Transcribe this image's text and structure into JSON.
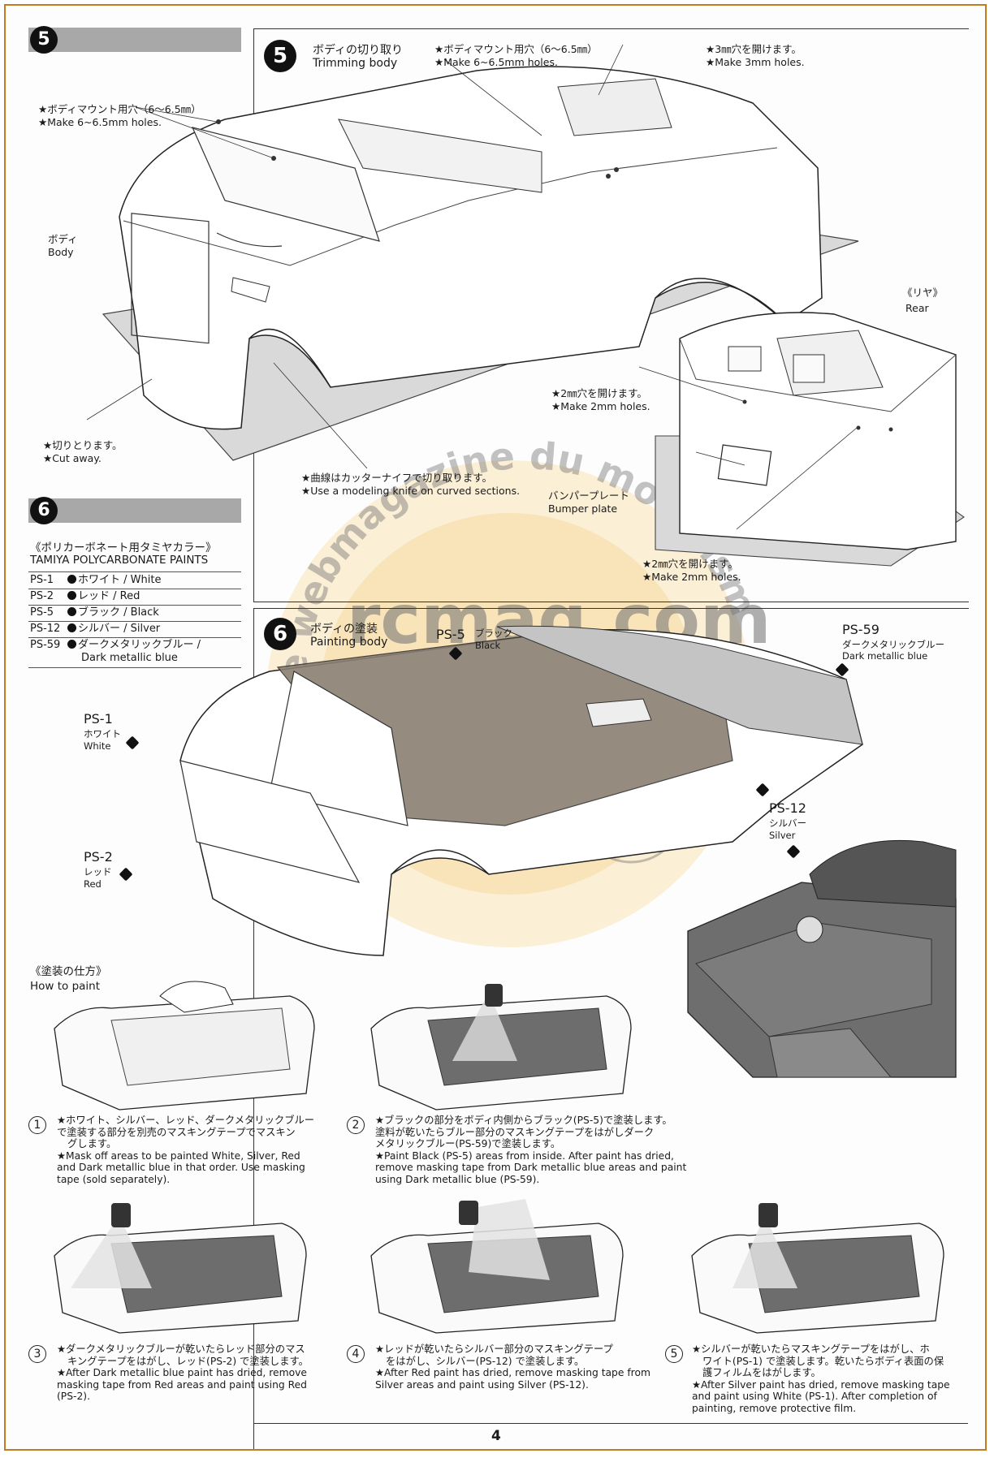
{
  "sections": {
    "s5_header_num": "5",
    "s6_header_num": "6"
  },
  "step5": {
    "num": "5",
    "title_jp": "ボディの切り取り",
    "title_en": "Trimming body",
    "callouts": {
      "mount_holes_left_jp": "★ボディマウント用穴（6〜6.5㎜）",
      "mount_holes_left_en": "★Make 6~6.5mm holes.",
      "mount_holes_top_jp": "★ボディマウント用穴（6〜6.5㎜）",
      "mount_holes_top_en": "★Make 6~6.5mm holes.",
      "holes3_jp": "★3㎜穴を開けます。",
      "holes3_en": "★Make 3mm holes.",
      "body_jp": "ボディ",
      "body_en": "Body",
      "cut_jp": "★切りとります。",
      "cut_en": "★Cut away.",
      "knife_jp": "★曲線はカッターナイフで切り取ります。",
      "knife_en": "★Use a modeling knife on curved sections.",
      "rear_jp": "《リヤ》",
      "rear_en": "Rear",
      "holes2a_jp": "★2㎜穴を開けます。",
      "holes2a_en": "★Make 2mm holes.",
      "bumper_jp": "バンパープレート",
      "bumper_en": "Bumper plate",
      "holes2b_jp": "★2㎜穴を開けます。",
      "holes2b_en": "★Make 2mm holes."
    }
  },
  "paints": {
    "title_jp": "《ポリカーボネート用タミヤカラー》",
    "title_en": "TAMIYA POLYCARBONATE PAINTS",
    "items": [
      {
        "code": "PS-1",
        "name": "ホワイト / White"
      },
      {
        "code": "PS-2",
        "name": "レッド / Red"
      },
      {
        "code": "PS-5",
        "name": "ブラック / Black"
      },
      {
        "code": "PS-12",
        "name": "シルバー / Silver"
      },
      {
        "code": "PS-59",
        "name": "ダークメタリックブルー /",
        "name2": "Dark metallic blue"
      }
    ]
  },
  "step6": {
    "num": "6",
    "title_jp": "ボディの塗装",
    "title_en": "Painting body",
    "labels": {
      "ps5": "PS-5",
      "ps5_jp": "ブラック",
      "ps5_en": "Black",
      "ps59": "PS-59",
      "ps59_jp": "ダークメタリックブルー",
      "ps59_en": "Dark metallic blue",
      "ps1": "PS-1",
      "ps1_jp": "ホワイト",
      "ps1_en": "White",
      "ps2": "PS-2",
      "ps2_jp": "レッド",
      "ps2_en": "Red",
      "ps12": "PS-12",
      "ps12_jp": "シルバー",
      "ps12_en": "Silver"
    },
    "howto_jp": "《塗装の仕方》",
    "howto_en": "How to paint",
    "steps": [
      {
        "n": "1",
        "jp": [
          "★ホワイト、シルバー、レッド、ダークメタリックブルー",
          "で塗装する部分を別売のマスキングテープでマスキン",
          "グします。"
        ],
        "en": [
          "★Mask off areas to be painted White, Silver, Red",
          "and Dark metallic blue in that order. Use masking",
          "tape (sold separately)."
        ]
      },
      {
        "n": "2",
        "jp": [
          "★ブラックの部分をボディ内側からブラック(PS-5)で塗装します。",
          "塗料が乾いたらブルー部分のマスキングテープをはがしダーク",
          "メタリックブルー(PS-59)で塗装します。"
        ],
        "en": [
          "★Paint Black (PS-5) areas from inside. After paint has dried,",
          "remove masking tape from Dark metallic blue areas and paint",
          "using Dark metallic blue (PS-59)."
        ]
      },
      {
        "n": "3",
        "jp": [
          "★ダークメタリックブルーが乾いたらレッド部分のマス",
          "キングテープをはがし、レッド(PS-2) で塗装します。"
        ],
        "en": [
          "★After Dark metallic blue paint has dried, remove",
          "masking tape from Red areas and paint using Red",
          "(PS-2)."
        ]
      },
      {
        "n": "4",
        "jp": [
          "★レッドが乾いたらシルバー部分のマスキングテープ",
          "をはがし、シルバー(PS-12) で塗装します。"
        ],
        "en": [
          "★After Red paint has dried, remove masking tape from",
          "Silver areas and paint using Silver (PS-12)."
        ]
      },
      {
        "n": "5",
        "jp": [
          "★シルバーが乾いたらマスキングテープをはがし、ホ",
          "ワイト(PS-1) で塗装します。乾いたらボディ表面の保",
          "護フィルムをはがします。"
        ],
        "en": [
          "★After Silver paint has dried, remove masking tape",
          "and paint using White (PS-1). After completion of",
          "painting, remove protective film."
        ]
      }
    ]
  },
  "watermark": {
    "arc_text": "Le webmagazine du modélisme",
    "main_text": "rcmag.com"
  },
  "page_number": "4",
  "colors": {
    "border": "#c47a1e",
    "header_bar": "#a8a8a8",
    "watermark": "#f1c66a"
  }
}
